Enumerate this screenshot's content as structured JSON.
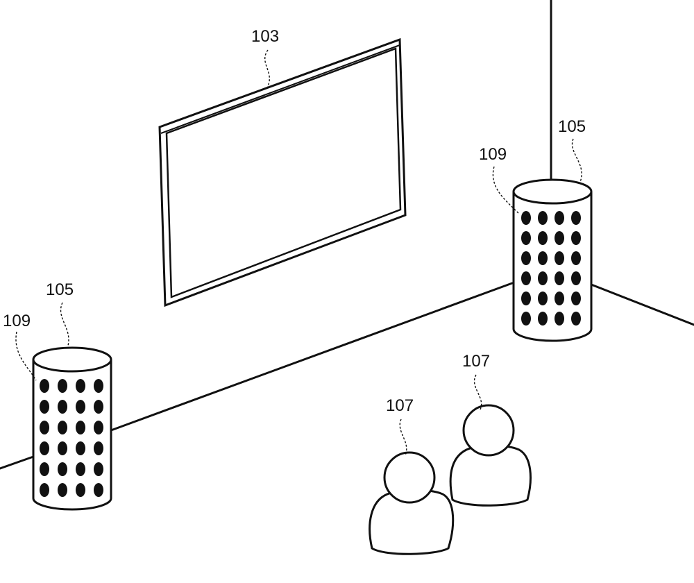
{
  "figure": {
    "labels": {
      "display": "103",
      "speaker_left": "105",
      "speaker_right": "105",
      "driver_left": "109",
      "driver_right": "109",
      "listener_front": "107",
      "listener_back": "107"
    }
  }
}
